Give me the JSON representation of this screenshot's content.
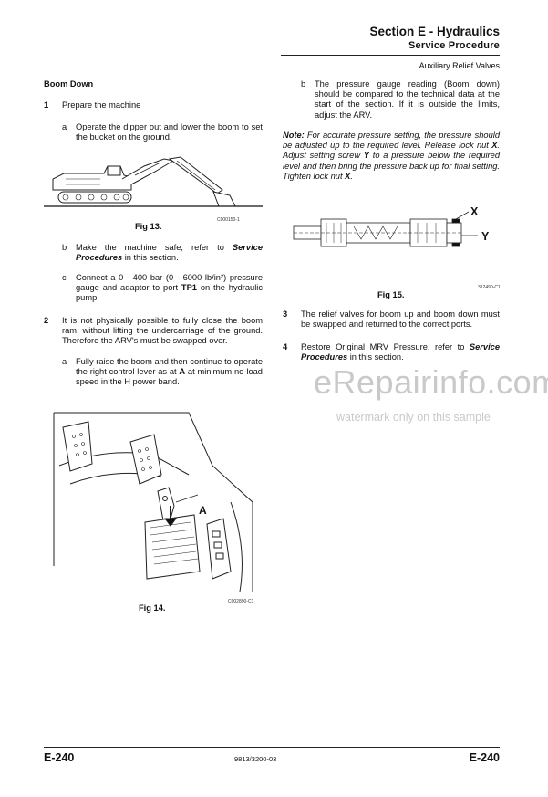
{
  "header": {
    "section_title": "Section E - Hydraulics",
    "subtitle": "Service Procedure",
    "topic": "Auxiliary Relief Valves"
  },
  "left": {
    "heading": "Boom Down",
    "step1": {
      "num": "1",
      "text": "Prepare the machine"
    },
    "step1a": {
      "letter": "a",
      "text": "Operate the dipper out and lower the boom to set the bucket on the ground."
    },
    "fig13": {
      "label": "Fig 13.",
      "code": "C000150-1"
    },
    "step1b": {
      "letter": "b",
      "pre": "Make the machine safe, refer to ",
      "ref": "Service Procedures",
      "post": " in this section."
    },
    "step1c": {
      "letter": "c",
      "pre": "Connect a 0 - 400 bar (0 - 6000 lb/in²) pressure gauge and adaptor to port ",
      "ref": "TP1",
      "post": " on the hydraulic pump."
    },
    "step2": {
      "num": "2",
      "text": "It is not physically possible to fully close the boom ram, without lifting the undercarriage of the ground. Therefore the ARV's must be swapped over."
    },
    "step2a": {
      "letter": "a",
      "pre": "Fully raise the boom and then continue to operate the right control lever as at ",
      "ref": "A",
      "post": " at minimum no-load speed in the H power band."
    },
    "fig14": {
      "label": "Fig 14.",
      "code": "C002890-C1",
      "callout": "A"
    }
  },
  "right": {
    "stepb": {
      "letter": "b",
      "text": "The pressure gauge reading (Boom down) should be compared to the technical data at the start of the section. If it is outside the limits, adjust the ARV."
    },
    "note": {
      "lead": "Note:",
      "pre1": " For accurate pressure setting, the pressure should be adjusted up to the required level. Release lock nut ",
      "x": "X",
      "mid1": ". Adjust setting screw ",
      "y": "Y",
      "mid2": " to a pressure below the required level and then bring the pressure back up for final setting. Tighten lock nut ",
      "x2": "X",
      "end": "."
    },
    "fig15": {
      "label": "Fig 15.",
      "code": "312490-C1",
      "callout_x": "X",
      "callout_y": "Y"
    },
    "step3": {
      "num": "3",
      "text": "The relief valves for boom up and boom down must be swapped and returned to the correct ports."
    },
    "step4": {
      "num": "4",
      "pre": "Restore Original MRV Pressure, refer to ",
      "ref": "Service Procedures",
      "post": " in this section."
    }
  },
  "watermark": {
    "brand": "eRepairinfo.com",
    "note": "watermark only on this sample"
  },
  "footer": {
    "page_left": "E-240",
    "doc_code": "9813/3200-03",
    "page_right": "E-240"
  }
}
